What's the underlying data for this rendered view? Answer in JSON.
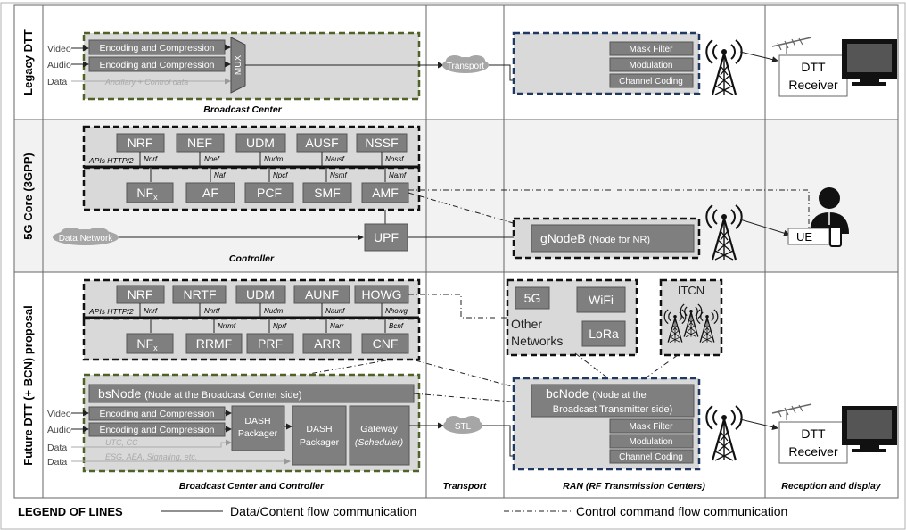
{
  "rows": {
    "legacy": "Legacy DTT",
    "core": "5G Core (3GPP)",
    "future": "Future DTT (+ BCN) proposal"
  },
  "legacy": {
    "inputs": [
      "Video",
      "Audio",
      "Data"
    ],
    "enc1": "Encoding and Compression",
    "enc2": "Encoding and Compression",
    "ancillary": "Ancillary + Control data",
    "mux": "MUX",
    "center": "Broadcast Center",
    "transport": "Transport",
    "mask": "Mask Filter",
    "modulation": "Modulation",
    "coding": "Channel Coding",
    "receiver1": "DTT",
    "receiver2": "Receiver"
  },
  "core": {
    "top": [
      "NRF",
      "NEF",
      "UDM",
      "AUSF",
      "NSSF"
    ],
    "top_ifaces": [
      "Nnrf",
      "Nnef",
      "Nudm",
      "Nausf",
      "Nnssf"
    ],
    "apis": "APIs HTTP/2",
    "bottom_ifaces": [
      "Naf",
      "Npcf",
      "Nsmf",
      "Namf"
    ],
    "nf": "NF",
    "nf_sub": "x",
    "bottom": [
      "AF",
      "PCF",
      "SMF",
      "AMF"
    ],
    "upf": "UPF",
    "data_network": "Data Network",
    "controller": "Controller",
    "gnodeb": "gNodeB",
    "gnodeb_sub": "(Node for NR)",
    "ue": "UE"
  },
  "future": {
    "top": [
      "NRF",
      "NRTF",
      "UDM",
      "AUNF",
      "HOWG"
    ],
    "top_ifaces": [
      "Nnrf",
      "Nnrtf",
      "Nudm",
      "Naunf",
      "Nhowg"
    ],
    "apis": "APIs HTTP/2",
    "bottom_ifaces": [
      "Nrrmf",
      "Nprf",
      "Narr",
      "Bcnf"
    ],
    "nf": "NF",
    "nf_sub": "x",
    "bottom": [
      "RRMF",
      "PRF",
      "ARR",
      "CNF"
    ],
    "other": [
      "5G",
      "WiFi",
      "LoRa"
    ],
    "other_label1": "Other",
    "other_label2": "Networks",
    "itcn": "ITCN",
    "bsnode": "bsNode",
    "bsnode_sub": "(Node at the Broadcast Center side)",
    "inputs": [
      "Video",
      "Audio",
      "Data",
      "Data"
    ],
    "enc1": "Encoding and Compression",
    "enc2": "Encoding and Compression",
    "utc": "UTC, CC",
    "esg": "ESG, AEA, Signaling, etc.",
    "dash1a": "DASH",
    "dash1b": "Packager",
    "dash2a": "DASH",
    "dash2b": "Packager",
    "gw1": "Gateway",
    "gw2": "(Scheduler)",
    "stl": "STL",
    "bcnode": "bcNode",
    "bcnode_sub1": "(Node at the",
    "bcnode_sub2": "Broadcast Transmitter side)",
    "mask": "Mask Filter",
    "modulation": "Modulation",
    "coding": "Channel Coding",
    "receiver1": "DTT",
    "receiver2": "Receiver"
  },
  "columns": {
    "center": "Broadcast Center and Controller",
    "transport": "Transport",
    "ran": "RAN (RF Transmission Centers)",
    "reception": "Reception and display"
  },
  "legend": {
    "title": "LEGEND OF LINES",
    "solid": "Data/Content flow communication",
    "dashed": "Control command flow communication"
  },
  "colors": {
    "box": "#7f7f7f",
    "panel": "#d9d9d9",
    "band": "#f2f2f2",
    "green_border": "#4f6228",
    "blue_border": "#1f3864"
  }
}
